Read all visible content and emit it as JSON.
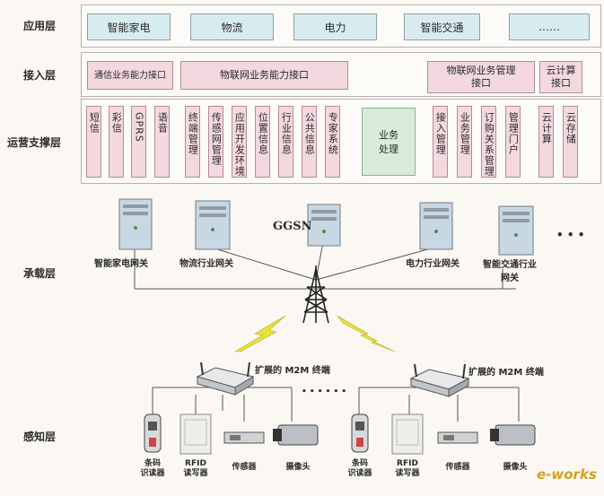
{
  "layers": {
    "application": "应用层",
    "access": "接入层",
    "operation": "运营支撑层",
    "bearer": "承载层",
    "perception": "感知层"
  },
  "application_items": [
    "智能家电",
    "物流",
    "电力",
    "智能交通",
    "……"
  ],
  "access_items": {
    "comm": "通信业务能力接口",
    "iot": "物联网业务能力接口",
    "iot_mgmt_l1": "物联网业务管理",
    "iot_mgmt_l2": "接口",
    "cloud_l1": "云计算",
    "cloud_l2": "接口"
  },
  "operation_items": {
    "sms": "短信",
    "mms": "彩信",
    "gprs": "GPRS",
    "voice": "语音",
    "terminal_mgmt": "终端管理",
    "sensor_mgmt": "传感网管理",
    "app_dev_env": "应用开发环境",
    "location_info": "位置信息",
    "industry_info": "行业信息",
    "public_info": "公共信息",
    "expert_system": "专家系统",
    "business_l1": "业务",
    "business_l2": "处理",
    "access_mgmt": "接入管理",
    "business_mgmt": "业务管理",
    "subscription": "订购关系管理",
    "mgmt_portal": "管理门户",
    "cloud_compute": "云计算",
    "cloud_storage": "云存储"
  },
  "bearer_items": {
    "ggsn": "GGSN",
    "gw_home": "智能家电网关",
    "gw_logistics": "物流行业网关",
    "gw_power": "电力行业网关",
    "gw_traffic_l1": "智能交通行业",
    "gw_traffic_l2": "网关",
    "more": "• • •"
  },
  "perception_items": {
    "terminal": "扩展的 M2M 终端",
    "terminal2": "扩展的 M2M 终端",
    "dots": "• • • • • •",
    "barcode_l1": "条码",
    "barcode_l2": "识读器",
    "rfid_l1": "RFID",
    "rfid_l2": "读写器",
    "sensor": "传感器",
    "camera": "摄像头"
  },
  "watermark": "e-works",
  "colors": {
    "app_fill": "#d8ecef",
    "interface_fill": "#f3d9df",
    "business_fill": "#d9ecd9",
    "server_fill": "#c9d7e2",
    "lightning": "#e8e23a"
  }
}
